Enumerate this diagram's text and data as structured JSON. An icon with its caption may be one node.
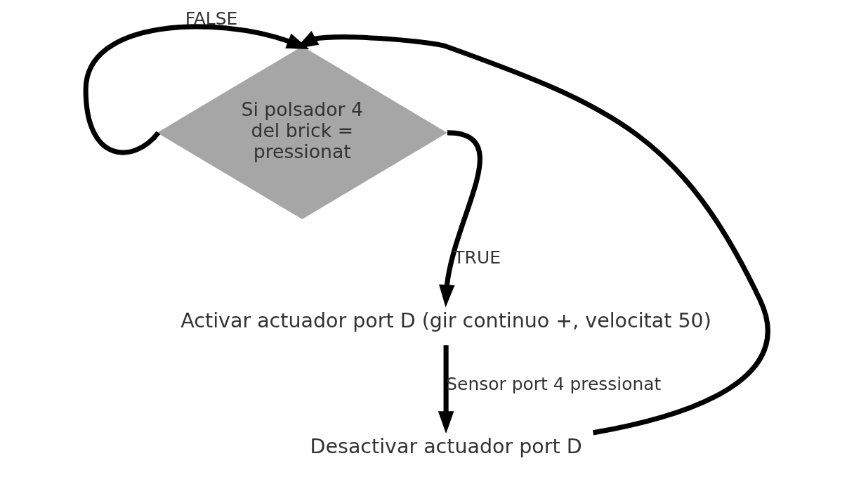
{
  "diagram": {
    "nodes": [
      {
        "text": [
          "Si polsador 4 del brick = pressionat"
        ]
      },
      {
        "text": [
          "Activar actuador port D (gir continuo +, velocitat 50)"
        ]
      },
      {
        "text": [
          "Desactivar actuador port D"
        ]
      }
    ],
    "edges": [
      {
        "from": 0,
        "to": 1,
        "arrow": "to",
        "label": "TRUE"
      },
      {
        "from": 1,
        "to": 2,
        "arrow": "to",
        "label": "Sensor port 4 pressionat"
      },
      {
        "from": 0,
        "to": 0,
        "arrow": "to",
        "label": "FALSE"
      },
      {
        "from": 2,
        "to": 0,
        "arrow": "to"
      }
    ]
  }
}
